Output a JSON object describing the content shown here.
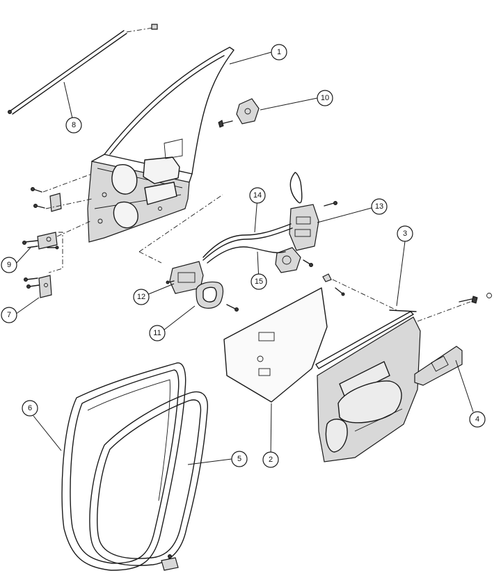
{
  "diagram": {
    "type": "exploded-parts-view",
    "subject": "front door assembly",
    "callouts": [
      {
        "id": "c1",
        "label": "1"
      },
      {
        "id": "c2",
        "label": "2"
      },
      {
        "id": "c3",
        "label": "3"
      },
      {
        "id": "c4",
        "label": "4"
      },
      {
        "id": "c5",
        "label": "5"
      },
      {
        "id": "c6",
        "label": "6"
      },
      {
        "id": "c7",
        "label": "7"
      },
      {
        "id": "c8",
        "label": "8"
      },
      {
        "id": "c9",
        "label": "9"
      },
      {
        "id": "c10",
        "label": "10"
      },
      {
        "id": "c11",
        "label": "11"
      },
      {
        "id": "c12",
        "label": "12"
      },
      {
        "id": "c13",
        "label": "13"
      },
      {
        "id": "c14",
        "label": "14"
      },
      {
        "id": "c15",
        "label": "15"
      }
    ]
  }
}
